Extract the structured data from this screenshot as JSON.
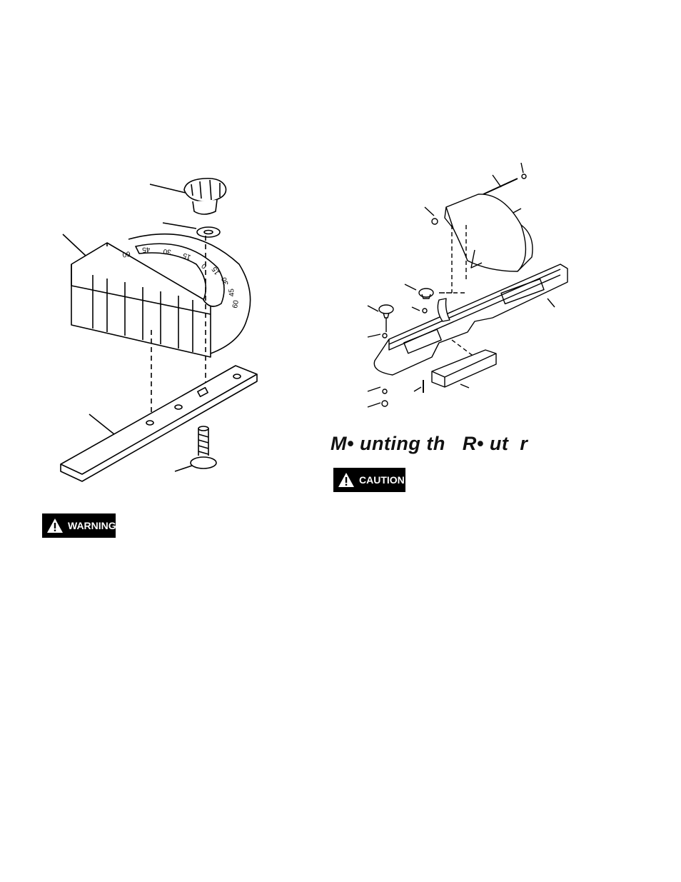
{
  "figures": {
    "miter_gauge": {
      "scale_labels": [
        "60",
        "45",
        "30",
        "15",
        "0",
        "15",
        "30",
        "45",
        "60"
      ]
    },
    "fence_guard": {}
  },
  "section": {
    "heading": "M• unting th   R• ut  r"
  },
  "caution": {
    "icon": "warning-triangle-icon",
    "label": "CAUTION"
  },
  "warning": {
    "icon": "warning-triangle-icon",
    "label": "WARNING"
  },
  "colors": {
    "badge_background": "#000000",
    "badge_text": "#ffffff"
  }
}
